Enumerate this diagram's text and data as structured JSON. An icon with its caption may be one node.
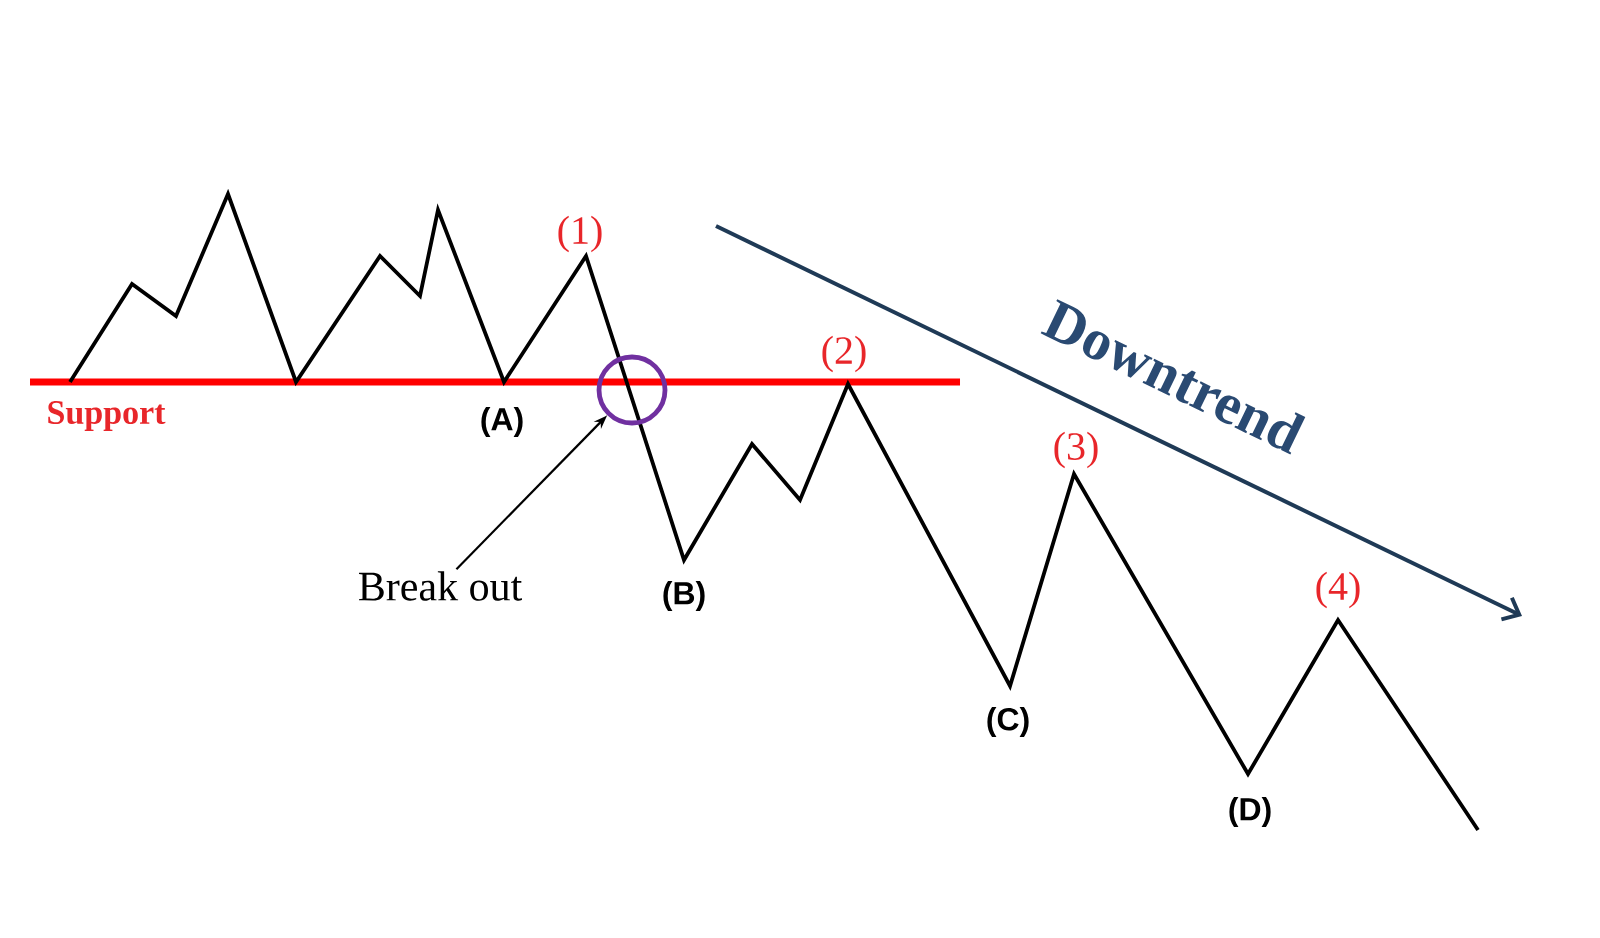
{
  "diagram": {
    "nodes": [
      {
        "text": [
          "Break out"
        ]
      },
      {
        "text": [],
        "shape": "circle"
      }
    ],
    "edges": [
      {
        "from": 0,
        "to": 1,
        "arrow": "to"
      }
    ],
    "labels": [
      "(1)",
      "(2)",
      "Downtrend",
      "Support",
      "(A)",
      "(3)",
      "(4)",
      "(B)",
      "(C)",
      "(D)"
    ]
  }
}
